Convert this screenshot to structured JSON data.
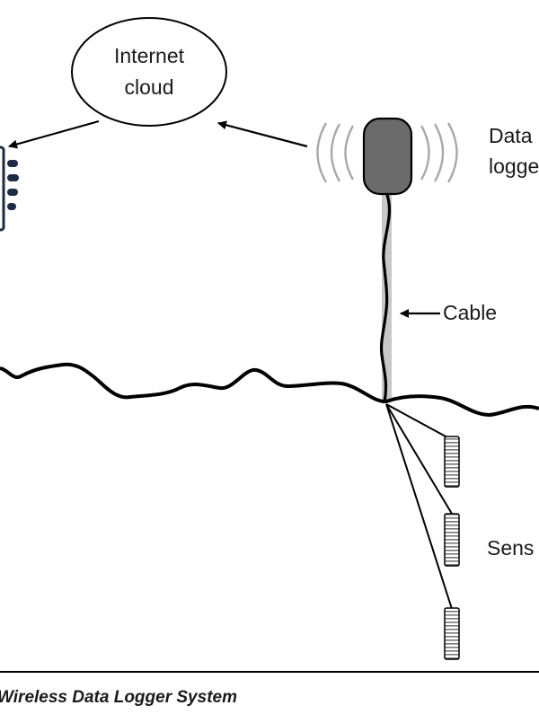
{
  "diagram": {
    "cloud_label_line1": "Internet",
    "cloud_label_line2": "cloud",
    "logger_label_line1": "Data",
    "logger_label_line2": "logge",
    "cable_label": "Cable",
    "sensor_label": "Sens",
    "caption": "Wireless Data Logger System"
  },
  "colors": {
    "ink": "#000000",
    "logger_fill": "#6b6b6b",
    "cable_shadow": "#c8c8c8",
    "signal_waves": "#a8a8a8",
    "device_navy": "#1f2a44"
  },
  "icons": {
    "receiver": "smartphone-icon",
    "logger": "data-logger-icon",
    "signal": "wireless-signal-icon",
    "sensor": "sensor-icon"
  }
}
